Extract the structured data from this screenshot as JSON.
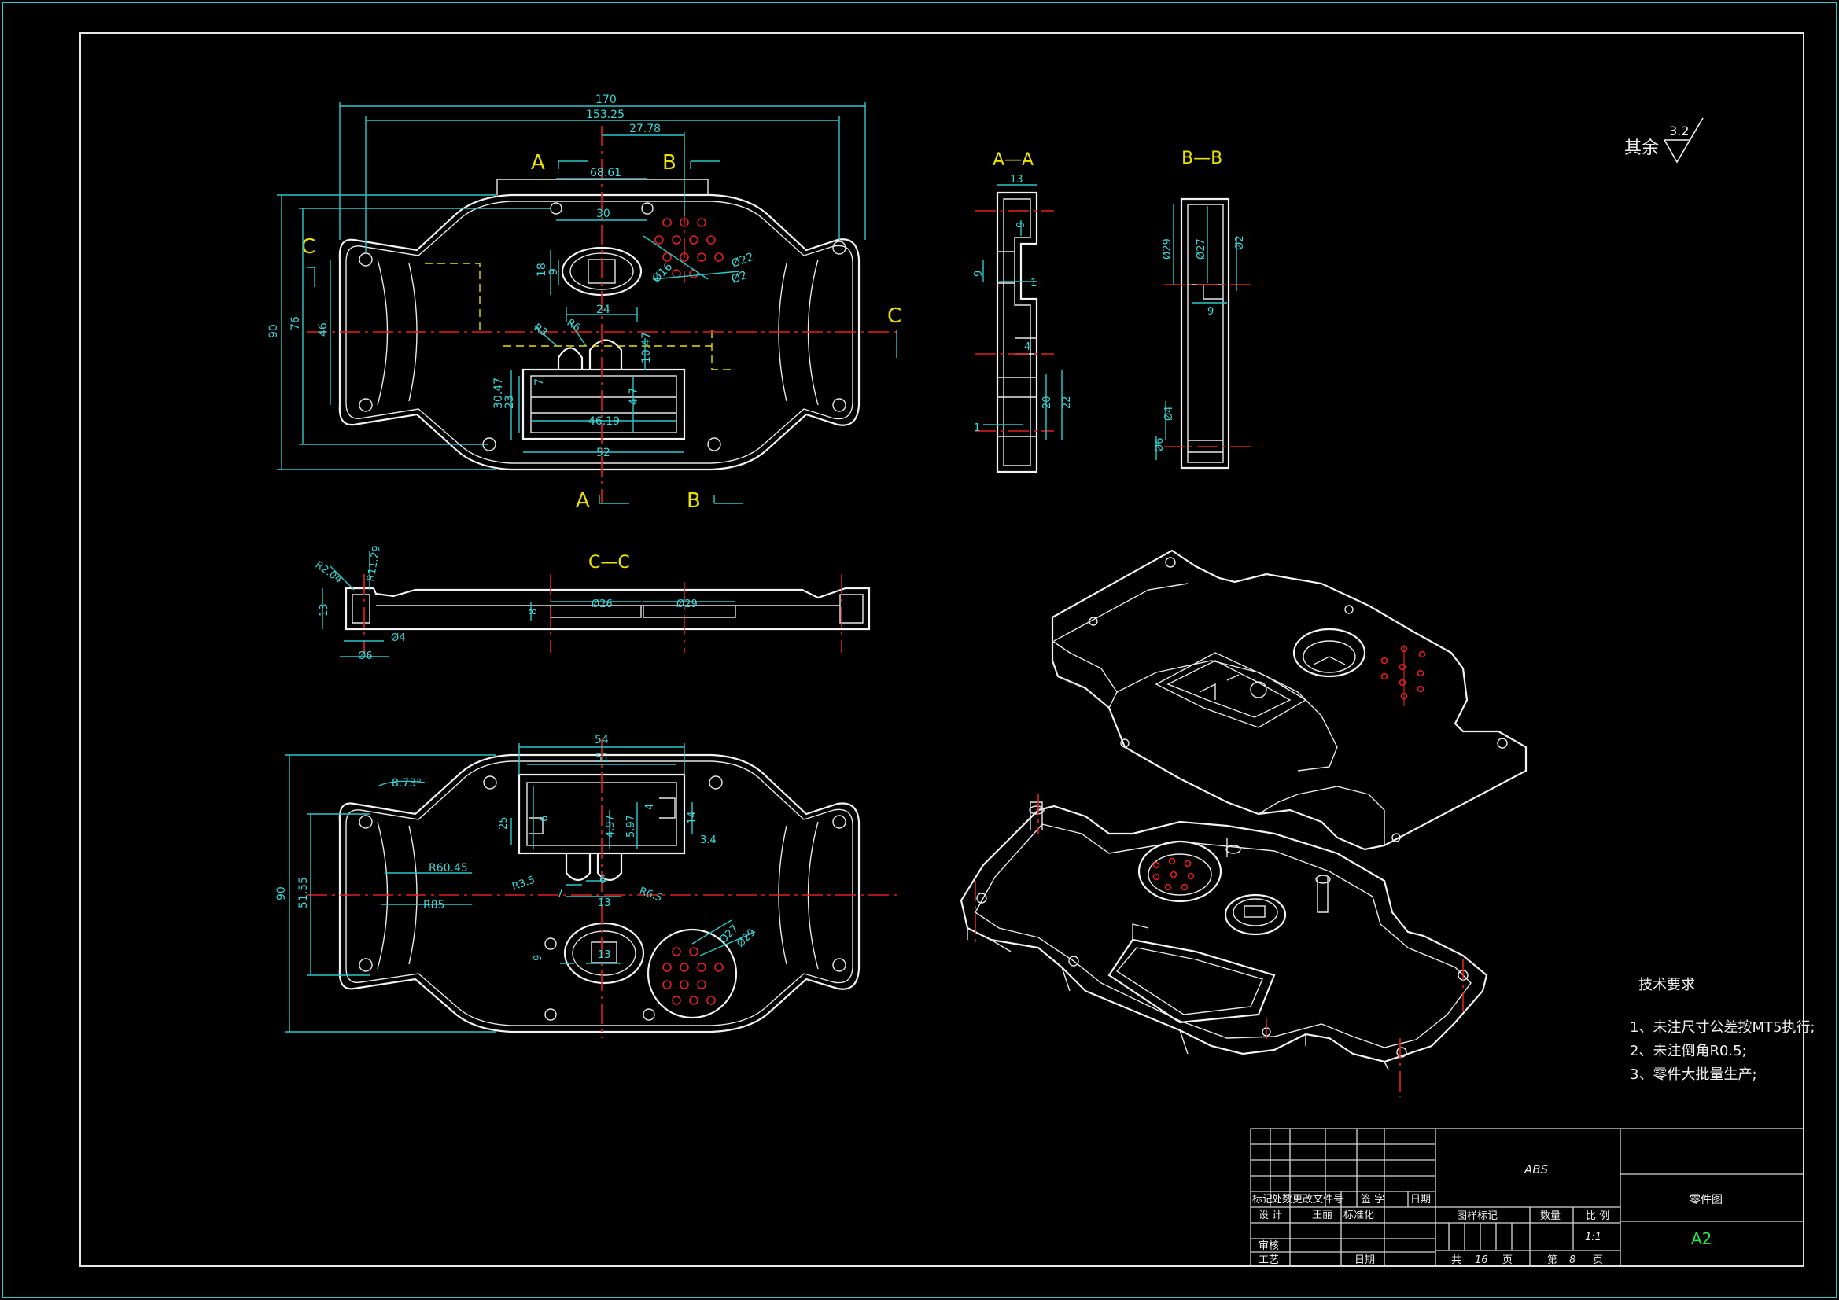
{
  "section_labels": {
    "a1": "A",
    "b1": "B",
    "a2": "A",
    "b2": "B",
    "c1": "C",
    "c2": "C",
    "aa": "A—A",
    "bb": "B—B",
    "cc": "C—C"
  },
  "top_view_dims": {
    "d170": "170",
    "d15325": "153.25",
    "d2778": "27.78",
    "d6861": "68.61",
    "d30": "30",
    "d18": "18",
    "d9a": "9",
    "d24": "24",
    "d16": "Ø16",
    "d22": "Ø22",
    "d2": "Ø2",
    "d90": "90",
    "d76": "76",
    "d46": "46",
    "r3": "R3",
    "r6": "R6",
    "d1047": "10.47",
    "d3047": "30.47",
    "d23": "23",
    "d7": "7",
    "d47": "4.7",
    "d4619": "46.19",
    "d52": "52"
  },
  "aa_dims": {
    "d13": "13",
    "d9": "9",
    "d9b": "9",
    "d1": "1",
    "d4": "4",
    "d20": "20",
    "d22": "22",
    "d1b": "1"
  },
  "bb_dims": {
    "d29": "Ø29",
    "d27": "Ø27",
    "d2": "Ø2",
    "d9": "9",
    "d4": "Ø4",
    "d6": "Ø6"
  },
  "cc_dims": {
    "r204": "R2.04",
    "r1129": "R11.29",
    "d13": "13",
    "d8": "8",
    "d26": "Ø26",
    "d29": "Ø29",
    "d4": "Ø4",
    "d6": "Ø6"
  },
  "bottom_view_dims": {
    "d54": "54",
    "d51": "51",
    "a873": "8.73°",
    "d25": "25",
    "d6": "6",
    "d497": "4.97",
    "d597": "5.97",
    "d4": "4",
    "d14": "14",
    "d34": "3.4",
    "d90": "90",
    "d5155": "51.55",
    "r6045": "R60.45",
    "r35": "R3.5",
    "d7": "7",
    "d6b": "6",
    "r65": "R6.5",
    "d13": "13",
    "r85": "R85",
    "d9": "9",
    "d13b": "13",
    "d27": "Ø27",
    "d29": "Ø29"
  },
  "roughness": {
    "label": "其余",
    "value": "3.2"
  },
  "notes": {
    "heading": "技术要求",
    "items": [
      "1、未注尺寸公差按MT5执行;",
      "2、未注倒角R0.5;",
      "3、零件大批量生产;"
    ]
  },
  "title_block": {
    "material": "ABS",
    "drawing_name": "零件图",
    "size": "A2",
    "h_mark": "标记",
    "h_count": "处数",
    "h_change": "更改文件号",
    "h_sign": "签 字",
    "h_date": "日期",
    "r_design": "设 计",
    "r_designer": "王丽",
    "r_std": "标准化",
    "r_check": "审核",
    "r_process": "工艺",
    "r_date": "日期",
    "c_stage": "图样标记",
    "c_qty": "数量",
    "c_scale": "比 例",
    "scale": "1:1",
    "total_pre": "共",
    "total": "16",
    "total_suf": "页",
    "page_pre": "第",
    "page": "8",
    "page_suf": "页"
  },
  "colors": {
    "dimension": "#2ec8c8",
    "label": "#e8e000",
    "centerline": "#e02020",
    "outline": "#f2f2f2",
    "size_text": "#2ee04a"
  }
}
